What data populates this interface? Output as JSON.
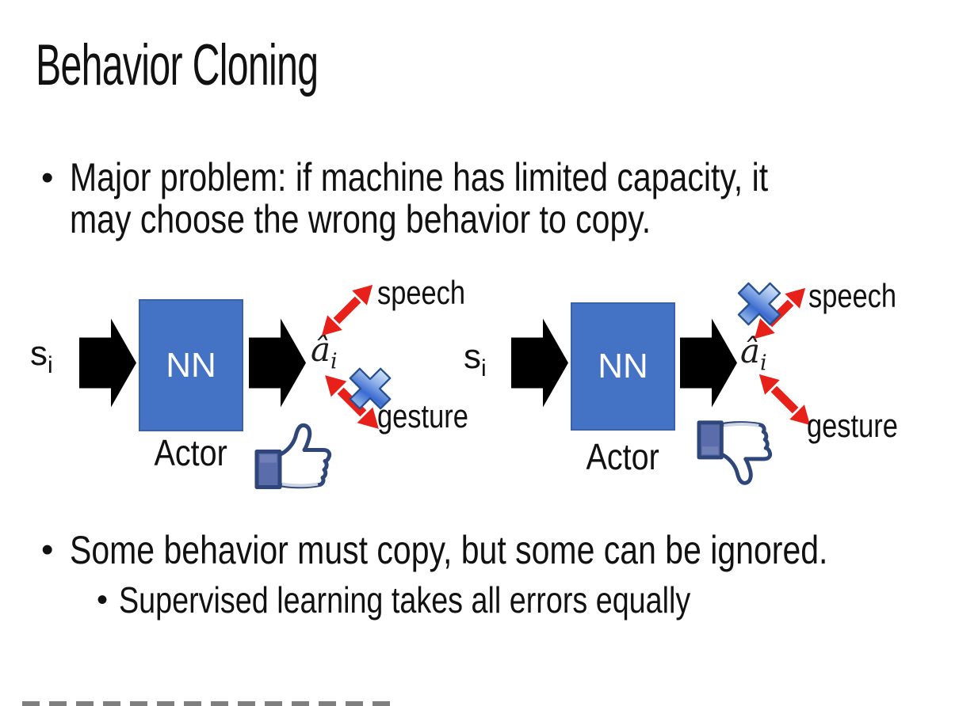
{
  "colors": {
    "text": "#111111",
    "nn_box": "#4472C4",
    "nn_border": "#3A62A9",
    "arrow_black": "#000000",
    "arrow_red": "#E8201A",
    "cross_blue": "#3B6BD0",
    "thumb_outline": "#2E4679",
    "thumb_cuff": "#5B6CAB"
  },
  "title": "Behavior Cloning",
  "bullets": {
    "dot": "•",
    "b1_line1": "Major problem: if machine has limited capacity, it",
    "b1_line2": "may choose the wrong behavior to copy.",
    "b2": "Some behavior must copy, but some can be ignored.",
    "b2_sub": "Supervised learning takes all errors equally"
  },
  "left_diagram": {
    "input": "s",
    "input_sub": "i",
    "nn": "NN",
    "actor": "Actor",
    "output": "â",
    "output_sub": "i",
    "speech": "speech",
    "gesture": "gesture",
    "feedback_icon": "thumbs-up",
    "rejected_action": "gesture"
  },
  "right_diagram": {
    "input": "s",
    "input_sub": "i",
    "nn": "NN",
    "actor": "Actor",
    "output": "â",
    "output_sub": "i",
    "speech": "speech",
    "gesture": "gesture",
    "feedback_icon": "thumbs-down",
    "rejected_action": "speech"
  }
}
